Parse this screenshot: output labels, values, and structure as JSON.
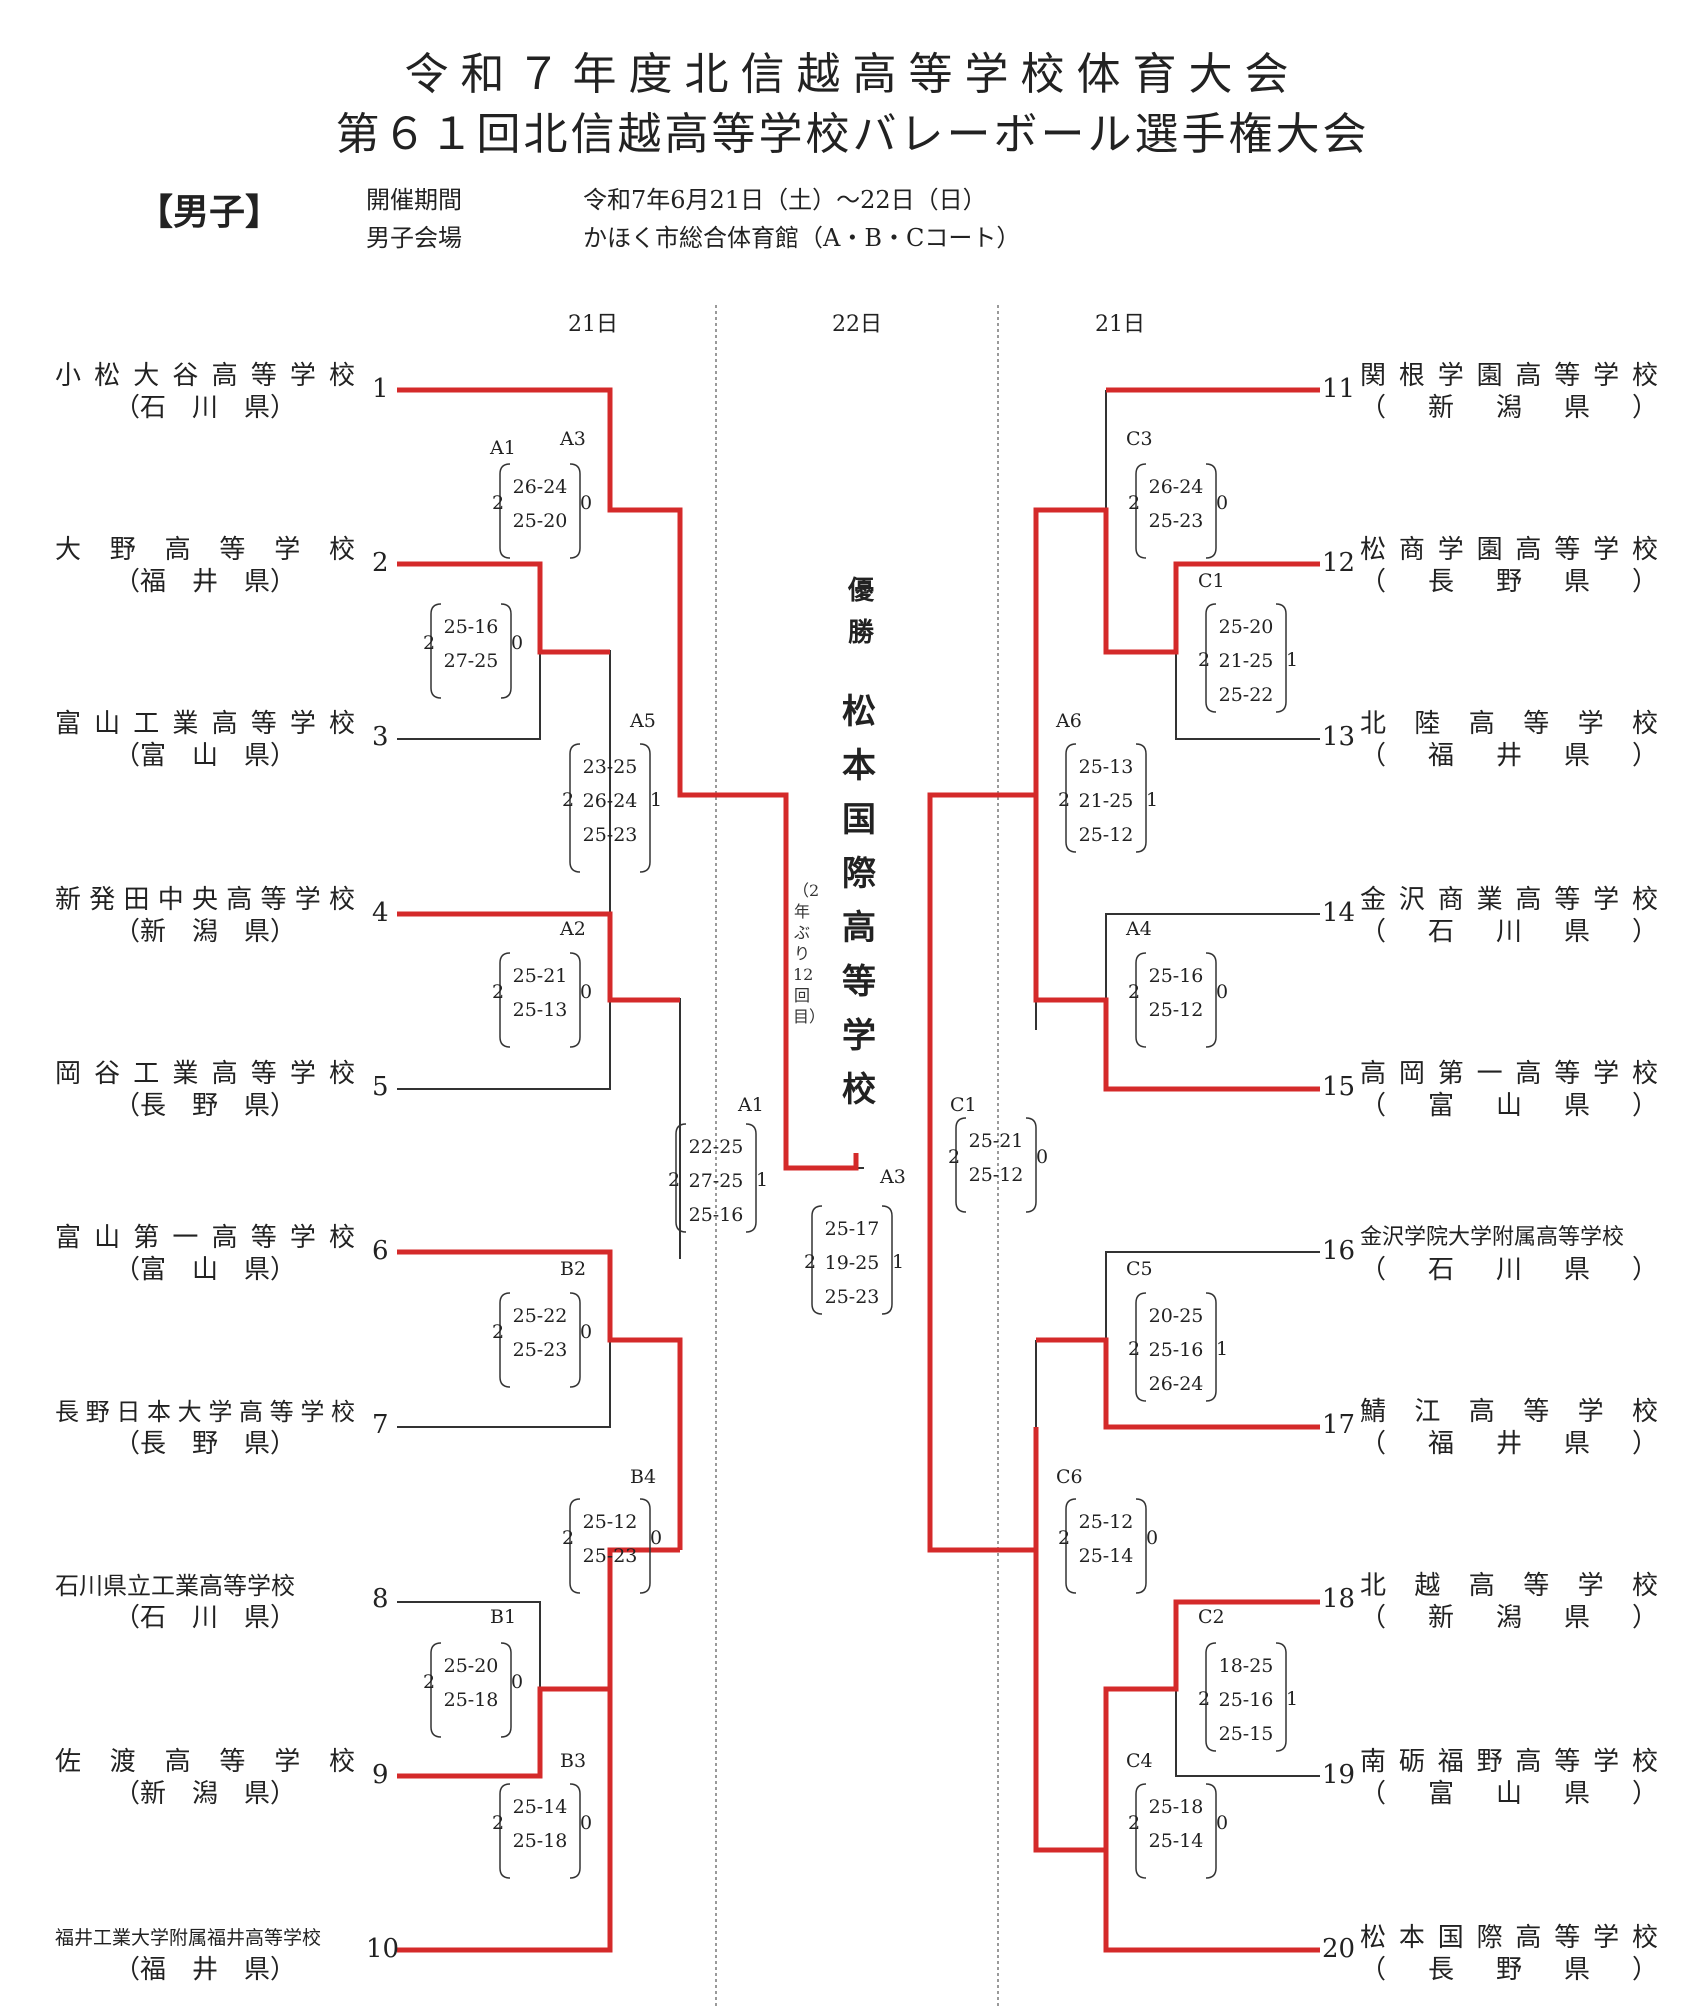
{
  "title": {
    "line1": "令和７年度北信越高等学校体育大会",
    "line2": "第６１回北信越高等学校バレーボール選手権大会"
  },
  "gender_label": "【男子】",
  "meta": {
    "period_label": "開催期間",
    "period_value": "令和7年6月21日（土）～22日（日）",
    "venue_label": "男子会場",
    "venue_value": "かほく市総合体育館（A・B・Cコート）"
  },
  "days": {
    "left": "21日",
    "center": "22日",
    "right": "21日"
  },
  "teams_left": [
    {
      "num": "1",
      "name": "小松大谷高等学校",
      "pref": "（石　川　県）"
    },
    {
      "num": "2",
      "name": "大野高等学校",
      "pref": "（福　井　県）"
    },
    {
      "num": "3",
      "name": "富山工業高等学校",
      "pref": "（富　山　県）"
    },
    {
      "num": "4",
      "name": "新発田中央高等学校",
      "pref": "（新　潟　県）"
    },
    {
      "num": "5",
      "name": "岡谷工業高等学校",
      "pref": "（長　野　県）"
    },
    {
      "num": "6",
      "name": "富山第一高等学校",
      "pref": "（富　山　県）"
    },
    {
      "num": "7",
      "name": "長野日本大学高等学校",
      "pref": "（長　野　県）"
    },
    {
      "num": "8",
      "name": "石川県立工業高等学校",
      "pref": "（石　川　県）"
    },
    {
      "num": "9",
      "name": "佐渡高等学校",
      "pref": "（新　潟　県）"
    },
    {
      "num": "10",
      "name": "福井工業大学附属福井高等学校",
      "pref": "（福　井　県）"
    }
  ],
  "teams_right": [
    {
      "num": "11",
      "name": "関根学園高等学校",
      "pref": "（新潟県）"
    },
    {
      "num": "12",
      "name": "松商学園高等学校",
      "pref": "（長野県）"
    },
    {
      "num": "13",
      "name": "北陸高等学校",
      "pref": "（福井県）"
    },
    {
      "num": "14",
      "name": "金沢商業高等学校",
      "pref": "（石川県）"
    },
    {
      "num": "15",
      "name": "高岡第一高等学校",
      "pref": "（富山県）"
    },
    {
      "num": "16",
      "name": "金沢学院大学附属高等学校",
      "pref": "（石川県）"
    },
    {
      "num": "17",
      "name": "鯖江高等学校",
      "pref": "（福井県）"
    },
    {
      "num": "18",
      "name": "北越高等学校",
      "pref": "（新潟県）"
    },
    {
      "num": "19",
      "name": "南砺福野高等学校",
      "pref": "（富山県）"
    },
    {
      "num": "20",
      "name": "松本国際高等学校",
      "pref": "（長野県）"
    }
  ],
  "matches": [
    {
      "id": "m-a1-r1",
      "label": "A1",
      "sets": [
        "26-24",
        "25-20"
      ],
      "w": "2",
      "l": "0"
    },
    {
      "id": "m-a3-r1",
      "label": "A3",
      "sets": [
        "25-16",
        "27-25"
      ],
      "w": "2",
      "l": "0"
    },
    {
      "id": "m-a2",
      "label": "A2",
      "sets": [
        "25-21",
        "25-13"
      ],
      "w": "2",
      "l": "0"
    },
    {
      "id": "m-a5",
      "label": "A5",
      "sets": [
        "23-25",
        "26-24",
        "25-23"
      ],
      "w": "2",
      "l": "1"
    },
    {
      "id": "m-b2",
      "label": "B2",
      "sets": [
        "25-22",
        "25-23"
      ],
      "w": "2",
      "l": "0"
    },
    {
      "id": "m-b1",
      "label": "B1",
      "sets": [
        "25-20",
        "25-18"
      ],
      "w": "2",
      "l": "0"
    },
    {
      "id": "m-b3",
      "label": "B3",
      "sets": [
        "25-14",
        "25-18"
      ],
      "w": "2",
      "l": "0"
    },
    {
      "id": "m-b4",
      "label": "B4",
      "sets": [
        "25-12",
        "25-23"
      ],
      "w": "2",
      "l": "0"
    },
    {
      "id": "m-a1-sf",
      "label": "A1",
      "sets": [
        "22-25",
        "27-25",
        "25-16"
      ],
      "w": "2",
      "l": "1"
    },
    {
      "id": "m-a3-final",
      "label": "A3",
      "sets": [
        "25-17",
        "19-25",
        "25-23"
      ],
      "w": "2",
      "l": "1"
    },
    {
      "id": "m-c1-sf",
      "label": "C1",
      "sets": [
        "25-21",
        "25-12"
      ],
      "w": "2",
      "l": "0"
    },
    {
      "id": "m-c3",
      "label": "C3",
      "sets": [
        "26-24",
        "25-23"
      ],
      "w": "2",
      "l": "0"
    },
    {
      "id": "m-c1-r1",
      "label": "C1",
      "sets": [
        "25-20",
        "21-25",
        "25-22"
      ],
      "w": "2",
      "l": "1"
    },
    {
      "id": "m-a6",
      "label": "A6",
      "sets": [
        "25-13",
        "21-25",
        "25-12"
      ],
      "w": "2",
      "l": "1"
    },
    {
      "id": "m-a4",
      "label": "A4",
      "sets": [
        "25-16",
        "25-12"
      ],
      "w": "2",
      "l": "0"
    },
    {
      "id": "m-c5",
      "label": "C5",
      "sets": [
        "20-25",
        "25-16",
        "26-24"
      ],
      "w": "2",
      "l": "1"
    },
    {
      "id": "m-c6",
      "label": "C6",
      "sets": [
        "25-12",
        "25-14"
      ],
      "w": "2",
      "l": "0"
    },
    {
      "id": "m-c2",
      "label": "C2",
      "sets": [
        "18-25",
        "25-16",
        "25-15"
      ],
      "w": "2",
      "l": "1"
    },
    {
      "id": "m-c4",
      "label": "C4",
      "sets": [
        "25-18",
        "25-14"
      ],
      "w": "2",
      "l": "0"
    }
  ],
  "champion": {
    "label": "優勝",
    "name": "松本国際高等学校",
    "note": "（2年ぶり12回目）"
  },
  "colors": {
    "winner_line": "#d42a2a",
    "loser_line": "#333333",
    "divider": "#9a9a9a"
  }
}
